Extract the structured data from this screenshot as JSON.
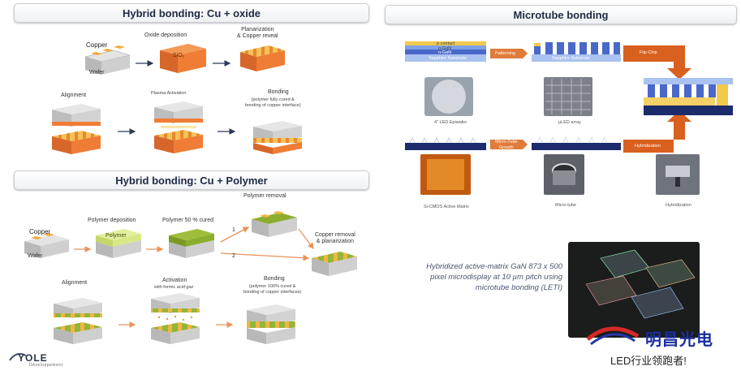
{
  "panels": {
    "cu_oxide": {
      "title": "Hybrid bonding: Cu + oxide",
      "labels": {
        "copper": "Copper",
        "wafer": "Wafer",
        "oxide_deposition": "Oxide deposition",
        "sio2": "SiO₂",
        "planarization": "Planarization\n& Copper reveal",
        "alignment": "Alignment",
        "plasma_activation": "Plasma Activation",
        "bonding": "Bonding",
        "bonding_note": "(polymer fully cured &\nbonding of copper interface)"
      }
    },
    "cu_polymer": {
      "title": "Hybrid bonding: Cu + Polymer",
      "labels": {
        "copper": "Copper",
        "wafer": "Wafer",
        "polymer_deposition": "Polymer deposition",
        "polymer": "Polymer",
        "polymer_cured": "Polymer 50 % cured",
        "polymer_removal": "Polymer removal",
        "path_1": "1",
        "path_2": "2",
        "copper_removal": "Copper removal\n& planarization",
        "alignment": "Alignment",
        "activation": "Activation",
        "activation_note": "with formic acid gaz",
        "bonding": "Bonding",
        "bonding_note": "(polymer 100% cured &\nbonding of copper interfaces)"
      }
    },
    "microtube": {
      "title": "Microtube bonding",
      "labels": {
        "p_contact": "p contact",
        "p_gan": "p-GaN",
        "n_gan": "n-GaN",
        "sapphire": "Sapphire Substrate",
        "patterning": "Patterning",
        "flip_chip": "Flip Chip",
        "led_epiwafer": "4\" LED Epiwafer",
        "uled_array": "μLED array",
        "micro_tube_growth": "Micro-Tube\nGrowth",
        "hybridization": "Hybridization",
        "si_cmos": "Si-CMOS Active Matrix",
        "micro_tube": "Micro-tube",
        "hybridization_photo": "Hybridization"
      },
      "caption": "Hybridized active-matrix GaN 873 x 500 pixel microdisplay at 10 µm pitch using microtube bonding (LETI)"
    }
  },
  "brand": {
    "cn_name": "明昌光电",
    "slogan": "LED行业领跑者!",
    "yole": "YOLE",
    "yole_sub": "Développement"
  },
  "colors": {
    "copper": "#f2a93b",
    "copper_stripe": "#e07b2a",
    "oxide": "#ef7d35",
    "wafer": "#c8c8c8",
    "polymer_light": "#d8e887",
    "polymer_dark": "#8cae2e",
    "arrow_dark": "#2b3a55",
    "arrow_orange": "#e8935a",
    "flow_orange": "#d9601e",
    "gan_blue": "#4a68c8",
    "cmos_navy": "#1c2b6b"
  }
}
